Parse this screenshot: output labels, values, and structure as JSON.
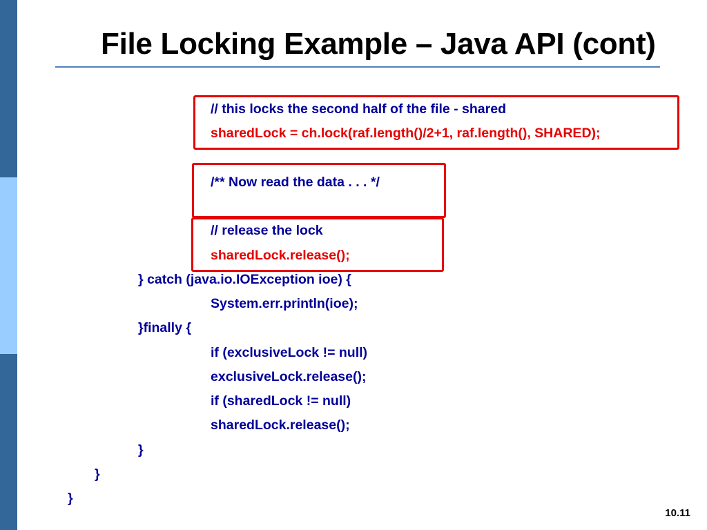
{
  "title": "File Locking Example – Java API (cont)",
  "slide_number": "10.11",
  "colors": {
    "sidebar_dark": "#336699",
    "sidebar_light": "#99ccff",
    "rule": "#4f81bd",
    "code_blue": "#000099",
    "code_red": "#e60000",
    "box_red": "#e60000"
  },
  "code_lines": [
    "// this locks the second half of the file - shared",
    "sharedLock = ch.lock(raf.length()/2+1, raf.length(), SHARED);",
    "/** Now read the data . . . */",
    "// release the lock",
    "sharedLock.release();",
    "} catch (java.io.IOException ioe) {",
    "System.err.println(ioe);",
    "}finally {",
    "if (exclusiveLock != null)",
    "exclusiveLock.release();",
    "if (sharedLock != null)",
    "sharedLock.release();",
    "}",
    "}",
    "}"
  ]
}
